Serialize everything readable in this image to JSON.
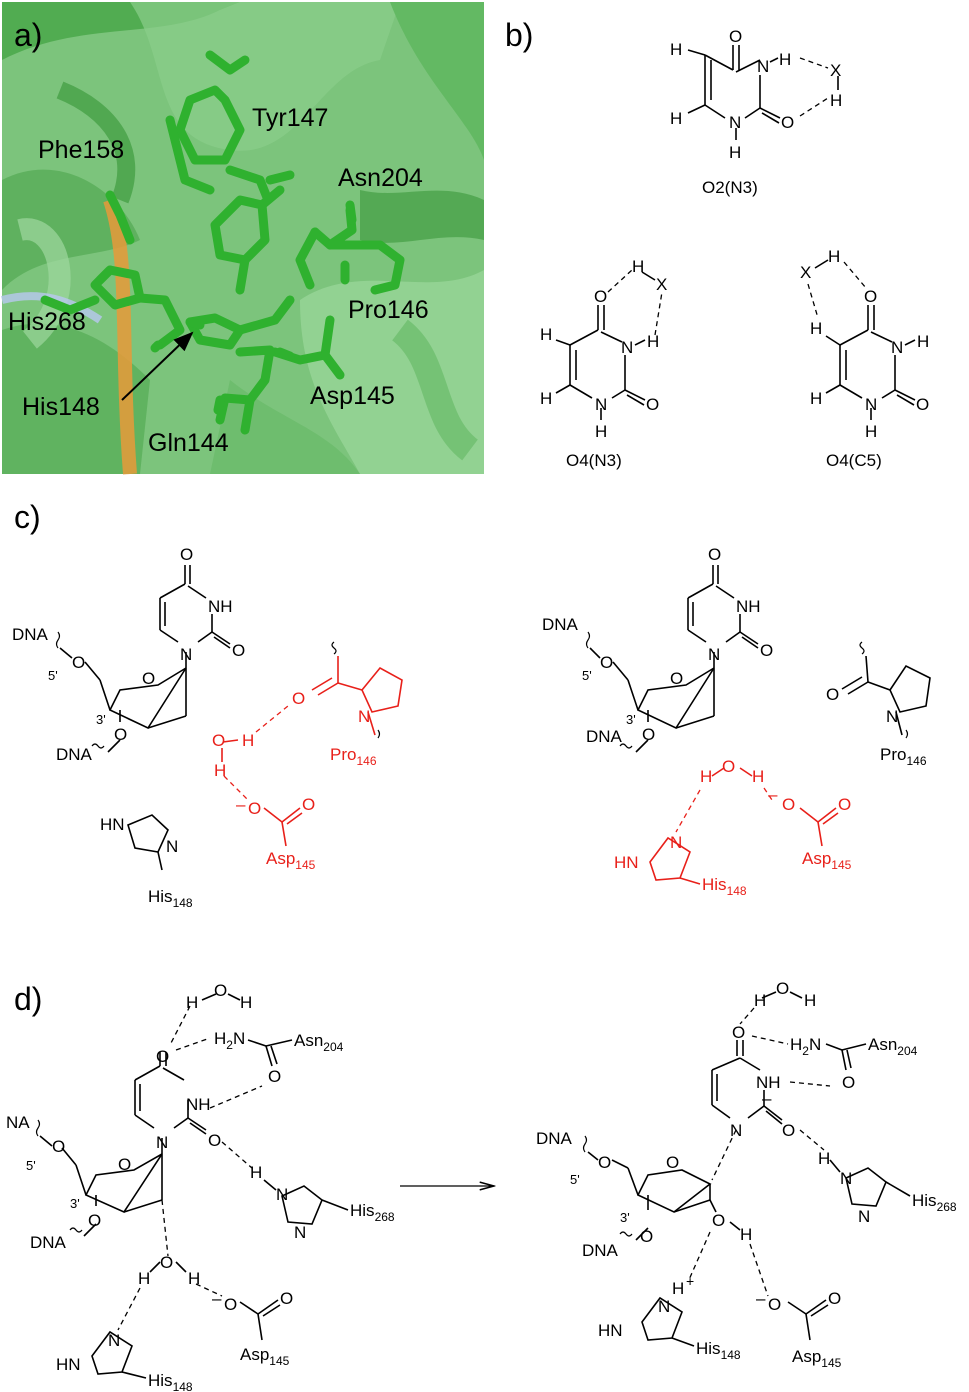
{
  "panels": {
    "a": {
      "letter": "a)",
      "residues": {
        "tyr147": "Tyr147",
        "phe158": "Phe158",
        "asn204": "Asn204",
        "pro146": "Pro146",
        "his268": "His268",
        "his148": "His148",
        "asp145": "Asp145",
        "gln144": "Gln144"
      },
      "colors": {
        "protein_cartoon": "#5fb85f",
        "sticks": "#2fb12f",
        "nitrogen": "#1f3bd6",
        "oxygen": "#e0302a",
        "phosphate": "#c9731a",
        "dna_backbone": "#e79a3a"
      }
    },
    "b": {
      "letter": "b)",
      "captions": {
        "o2n3": "O2(N3)",
        "o4n3": "O4(N3)",
        "o4c5": "O4(C5)"
      },
      "atoms": {
        "H": "H",
        "N": "N",
        "O": "O",
        "X": "X"
      }
    },
    "c": {
      "letter": "c)",
      "labels": {
        "dna": "DNA",
        "five_prime": "5'",
        "three_prime": "3'",
        "o": "O",
        "n": "N",
        "nh": "NH",
        "hn": "HN",
        "h": "H",
        "minus": "–",
        "pro": "Pro",
        "pro_sub": "146",
        "asp": "Asp",
        "asp_sub": "145",
        "his": "His",
        "his_sub": "148"
      }
    },
    "d": {
      "letter": "d)",
      "labels": {
        "na": "NA",
        "dna": "DNA",
        "five_prime": "5'",
        "three_prime": "3'",
        "o": "O",
        "n": "N",
        "nh": "NH",
        "hn": "HN",
        "h": "H",
        "h2n": "H",
        "h2n_sub": "2",
        "h2n_n": "N",
        "minus": "–",
        "plus": "+",
        "asn": "Asn",
        "asn_sub": "204",
        "his268": "His",
        "his268_sub": "268",
        "his148": "His",
        "his148_sub": "148",
        "asp": "Asp",
        "asp_sub": "145"
      }
    }
  },
  "colors": {
    "highlight": "#e8201a",
    "ink": "#000000"
  }
}
